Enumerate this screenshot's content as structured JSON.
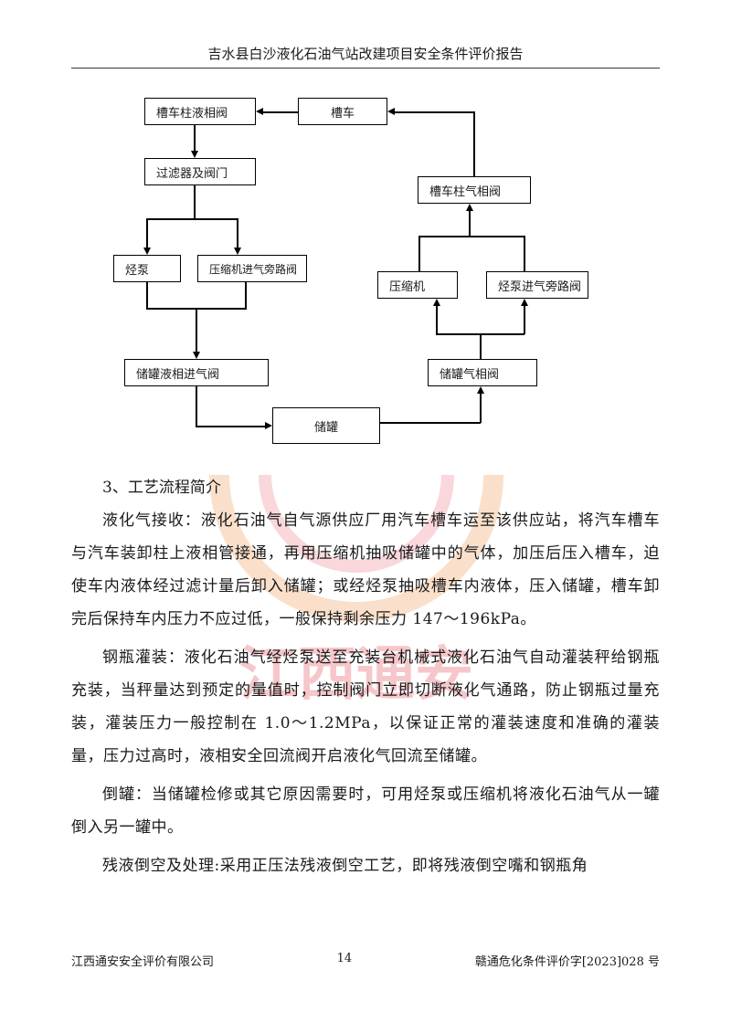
{
  "header": {
    "title": "吉水县白沙液化石油气站改建项目安全条件评价报告"
  },
  "diagram": {
    "boxes": {
      "tanker_liquid_valve": "槽车柱液相阀",
      "tanker": "槽车",
      "filter_valve": "过滤器及阀门",
      "tanker_gas_valve": "槽车柱气相阀",
      "pump": "烃泵",
      "compressor_bypass_valve": "压缩机进气旁路阀",
      "compressor": "压缩机",
      "pump_bypass_valve": "烃泵进气旁路阀",
      "tank_liquid_inlet_valve": "储罐液相进气阀",
      "tank_gas_valve": "储罐气相阀",
      "storage_tank": "储罐"
    }
  },
  "content": {
    "section_title": "3、工艺流程简介",
    "paragraphs": [
      "液化气接收：液化石油气自气源供应厂用汽车槽车运至该供应站，将汽车槽车与汽车装卸柱上液相管接通，再用压缩机抽吸储罐中的气体，加压后压入槽车，迫使车内液体经过滤计量后卸入储罐；或经烃泵抽吸槽车内液体，压入储罐，槽车卸完后保持车内压力不应过低，一般保持剩余压力 147～196kPa。",
      "钢瓶灌装：液化石油气经烃泵送至充装台机械式液化石油气自动灌装秤给钢瓶充装，当秤量达到预定的量值时，控制阀门立即切断液化气通路，防止钢瓶过量充装，灌装压力一般控制在 1.0～1.2MPa，以保证正常的灌装速度和准确的灌装量，压力过高时，液相安全回流阀开启液化气回流至储罐。",
      "倒罐：当储罐检修或其它原因需要时，可用烃泵或压缩机将液化石油气从一罐倒入另一罐中。",
      "残液倒空及处理:采用正压法残液倒空工艺，即将残液倒空嘴和钢瓶角"
    ]
  },
  "watermark": {
    "text": "江西通安"
  },
  "footer": {
    "company": "江西通安安全评价有限公司",
    "page_number": "14",
    "doc_number": "赣通危化条件评价字[2023]028 号"
  },
  "colors": {
    "watermark_red": "#e8606a",
    "watermark_orange": "#f2a66a"
  }
}
